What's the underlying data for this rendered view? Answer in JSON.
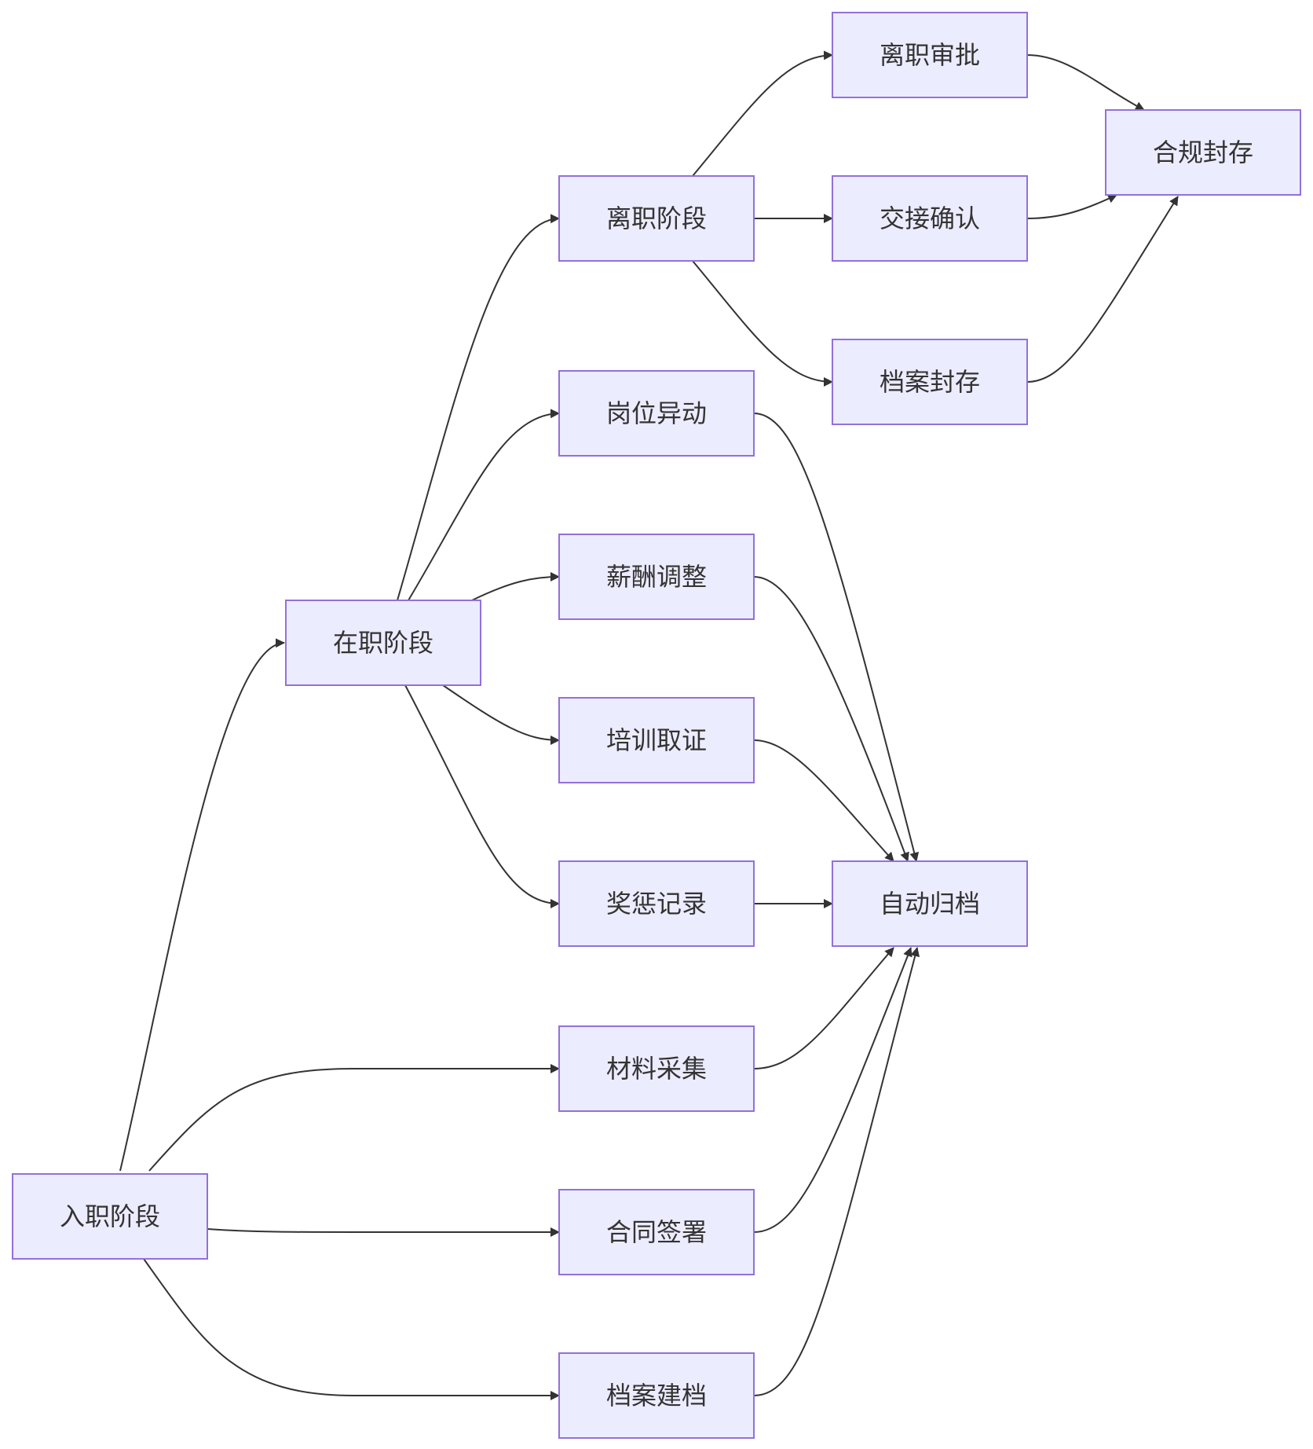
{
  "nodes": {
    "onboarding": "入职阶段",
    "employment": "在职阶段",
    "offboarding": "离职阶段",
    "resign_approval": "离职审批",
    "handover_confirm": "交接确认",
    "archive_seal": "档案封存",
    "compliance_seal": "合规封存",
    "position_change": "岗位异动",
    "salary_adjust": "薪酬调整",
    "training_cert": "培训取证",
    "reward_record": "奖惩记录",
    "auto_archive": "自动归档",
    "material_collect": "材料采集",
    "contract_sign": "合同签署",
    "file_create": "档案建档"
  },
  "edges": [
    {
      "from": "onboarding",
      "to": "employment"
    },
    {
      "from": "onboarding",
      "to": "material_collect"
    },
    {
      "from": "onboarding",
      "to": "contract_sign"
    },
    {
      "from": "onboarding",
      "to": "file_create"
    },
    {
      "from": "employment",
      "to": "offboarding"
    },
    {
      "from": "employment",
      "to": "position_change"
    },
    {
      "from": "employment",
      "to": "salary_adjust"
    },
    {
      "from": "employment",
      "to": "training_cert"
    },
    {
      "from": "employment",
      "to": "reward_record"
    },
    {
      "from": "offboarding",
      "to": "resign_approval"
    },
    {
      "from": "offboarding",
      "to": "handover_confirm"
    },
    {
      "from": "offboarding",
      "to": "archive_seal"
    },
    {
      "from": "resign_approval",
      "to": "compliance_seal"
    },
    {
      "from": "handover_confirm",
      "to": "compliance_seal"
    },
    {
      "from": "archive_seal",
      "to": "compliance_seal"
    },
    {
      "from": "position_change",
      "to": "auto_archive"
    },
    {
      "from": "salary_adjust",
      "to": "auto_archive"
    },
    {
      "from": "training_cert",
      "to": "auto_archive"
    },
    {
      "from": "reward_record",
      "to": "auto_archive"
    },
    {
      "from": "material_collect",
      "to": "auto_archive"
    },
    {
      "from": "contract_sign",
      "to": "auto_archive"
    },
    {
      "from": "file_create",
      "to": "auto_archive"
    }
  ],
  "colors": {
    "node_fill": "#ECECFF",
    "node_stroke": "#9370DB",
    "edge": "#333333",
    "text": "#333333"
  }
}
